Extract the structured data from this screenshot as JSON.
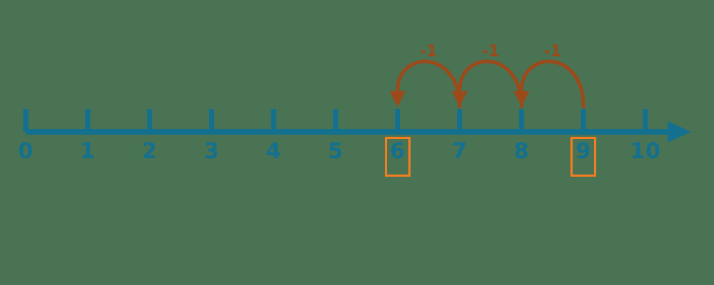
{
  "figure": {
    "type": "number-line-subtraction-diagram",
    "background_color": "#4a7353",
    "line_color": "#14708f",
    "jump_color": "#9c4a1a",
    "highlight_color": "#f57c20"
  },
  "number_line": {
    "min": 0,
    "max": 10,
    "step": 1,
    "tick_labels": [
      "0",
      "1",
      "2",
      "3",
      "4",
      "5",
      "6",
      "7",
      "8",
      "9",
      "10"
    ],
    "has_right_arrow": true
  },
  "highlights": [
    {
      "label": "6",
      "value": 6
    },
    {
      "label": "9",
      "value": 9
    }
  ],
  "jumps": [
    {
      "label": "-1",
      "from": 9,
      "to": 8,
      "has_arrowhead": true
    },
    {
      "label": "-1",
      "from": 8,
      "to": 7,
      "has_arrowhead": true
    },
    {
      "label": "-1",
      "from": 7,
      "to": 6,
      "has_arrowhead": true
    }
  ],
  "chart_data": {
    "type": "line",
    "title": "",
    "xlabel": "",
    "ylabel": "",
    "xlim": [
      0,
      10
    ],
    "categories": [
      "0",
      "1",
      "2",
      "3",
      "4",
      "5",
      "6",
      "7",
      "8",
      "9",
      "10"
    ],
    "values": [
      0,
      1,
      2,
      3,
      4,
      5,
      6,
      7,
      8,
      9,
      10
    ],
    "annotations": [
      "-1",
      "-1",
      "-1"
    ],
    "start_value": 9,
    "end_value": 6,
    "grid": false,
    "legend": "none"
  }
}
